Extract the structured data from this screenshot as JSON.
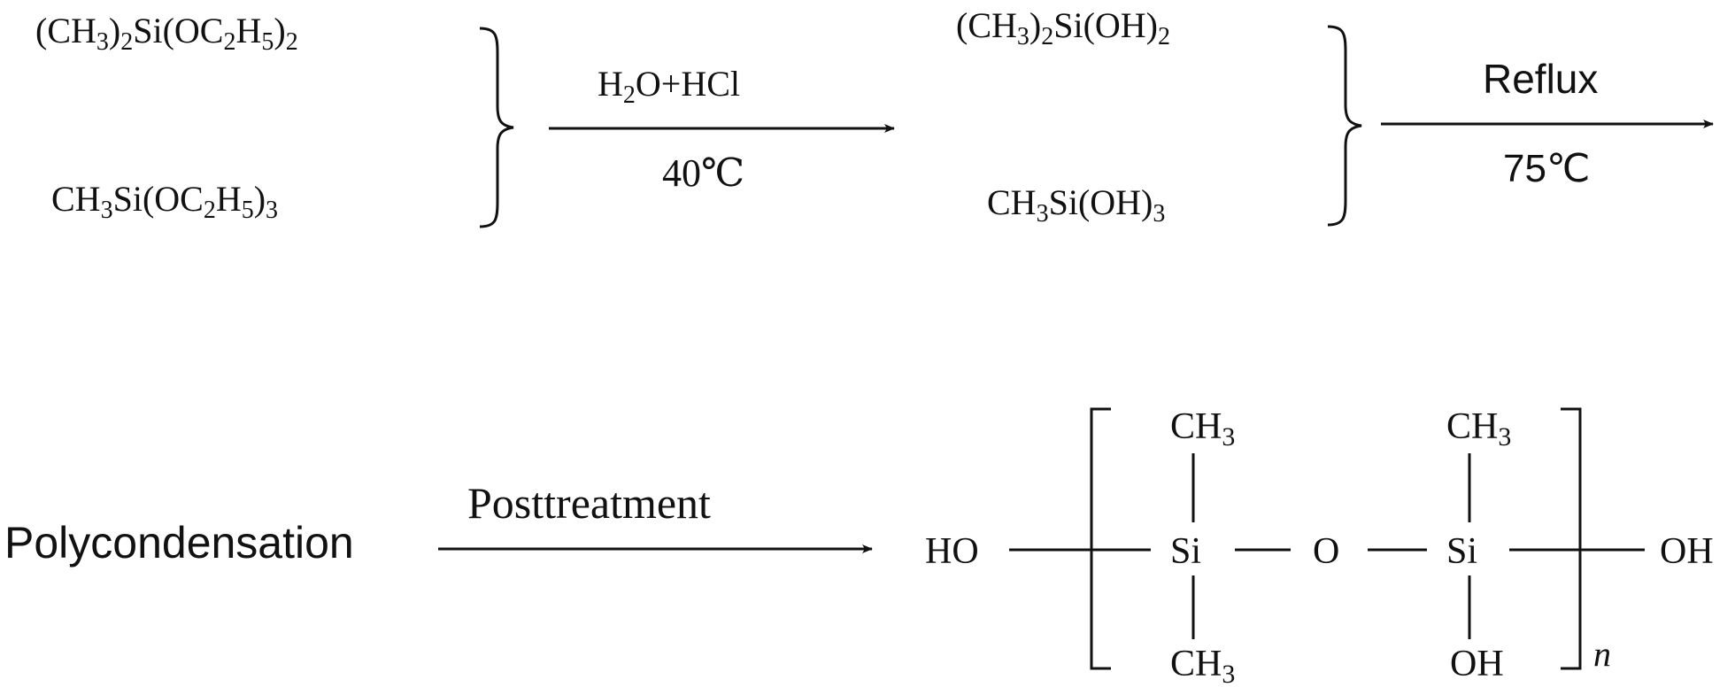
{
  "reactants": {
    "dimethyl_diethoxysilane": {
      "p1": "(CH",
      "s1": "3",
      "p2": ")",
      "s2": "2",
      "p3": "Si(OC",
      "s3": "2",
      "p4": "H",
      "s4": "5",
      "p5": ")",
      "s5": "2"
    },
    "methyl_triethoxysilane": {
      "p1": "CH",
      "s1": "3",
      "p2": "Si(OC",
      "s2": "2",
      "p3": "H",
      "s3": "5",
      "p4": ")",
      "s4": "3"
    }
  },
  "step1": {
    "reagent": {
      "p1": "H",
      "s1": "2",
      "p2": "O+HCl"
    },
    "condition": "40℃"
  },
  "intermediates": {
    "dimethylsilanediol": {
      "p1": "(CH",
      "s1": "3",
      "p2": ")",
      "s2": "2",
      "p3": "Si(OH)",
      "s3": "2"
    },
    "methylsilanetriol": {
      "p1": "CH",
      "s1": "3",
      "p2": "Si(OH)",
      "s2": "3"
    }
  },
  "step2": {
    "label": "Reflux",
    "condition": "75℃"
  },
  "step3": {
    "process": "Polycondensation",
    "label": "Posttreatment"
  },
  "product": {
    "end_left": "HO",
    "end_right": "OH",
    "si": "Si",
    "o": "O",
    "ch3": {
      "p": "CH",
      "s": "3"
    },
    "oh": "OH",
    "repeat": "n"
  },
  "colors": {
    "ink": "#111111",
    "background": "#ffffff"
  }
}
